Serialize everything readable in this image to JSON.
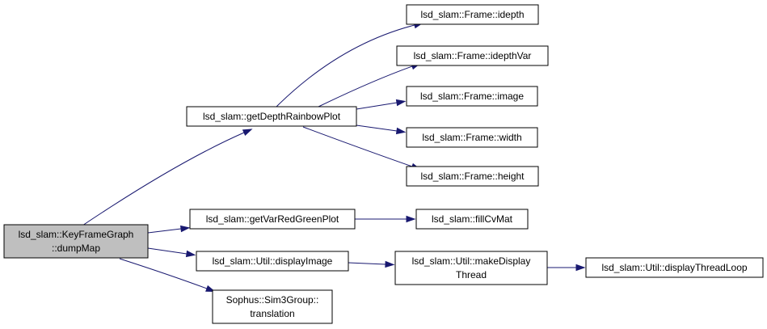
{
  "graph": {
    "edge_color": "#191970",
    "root_fill": "#bfbfbf",
    "nodes": [
      {
        "id": "root",
        "root": true,
        "lines": [
          "lsd_slam::KeyFrameGraph",
          "::dumpMap"
        ]
      },
      {
        "id": "getDepthRainbowPlot",
        "lines": [
          "lsd_slam::getDepthRainbowPlot"
        ]
      },
      {
        "id": "getVarRedGreenPlot",
        "lines": [
          "lsd_slam::getVarRedGreenPlot"
        ]
      },
      {
        "id": "displayImage",
        "lines": [
          "lsd_slam::Util::displayImage"
        ]
      },
      {
        "id": "translation",
        "lines": [
          "Sophus::Sim3Group::",
          "translation"
        ]
      },
      {
        "id": "idepth",
        "lines": [
          "lsd_slam::Frame::idepth"
        ]
      },
      {
        "id": "idepthVar",
        "lines": [
          "lsd_slam::Frame::idepthVar"
        ]
      },
      {
        "id": "image",
        "lines": [
          "lsd_slam::Frame::image"
        ]
      },
      {
        "id": "width",
        "lines": [
          "lsd_slam::Frame::width"
        ]
      },
      {
        "id": "height",
        "lines": [
          "lsd_slam::Frame::height"
        ]
      },
      {
        "id": "fillCvMat",
        "lines": [
          "lsd_slam::fillCvMat"
        ]
      },
      {
        "id": "makeDisplayThread",
        "lines": [
          "lsd_slam::Util::makeDisplay",
          "Thread"
        ]
      },
      {
        "id": "displayThreadLoop",
        "lines": [
          "lsd_slam::Util::displayThreadLoop"
        ]
      }
    ],
    "edges": [
      {
        "from": "root",
        "to": "getDepthRainbowPlot"
      },
      {
        "from": "root",
        "to": "getVarRedGreenPlot"
      },
      {
        "from": "root",
        "to": "displayImage"
      },
      {
        "from": "root",
        "to": "translation"
      },
      {
        "from": "getDepthRainbowPlot",
        "to": "idepth"
      },
      {
        "from": "getDepthRainbowPlot",
        "to": "idepthVar"
      },
      {
        "from": "getDepthRainbowPlot",
        "to": "image"
      },
      {
        "from": "getDepthRainbowPlot",
        "to": "width"
      },
      {
        "from": "getDepthRainbowPlot",
        "to": "height"
      },
      {
        "from": "getVarRedGreenPlot",
        "to": "fillCvMat"
      },
      {
        "from": "displayImage",
        "to": "makeDisplayThread"
      },
      {
        "from": "makeDisplayThread",
        "to": "displayThreadLoop"
      }
    ]
  }
}
